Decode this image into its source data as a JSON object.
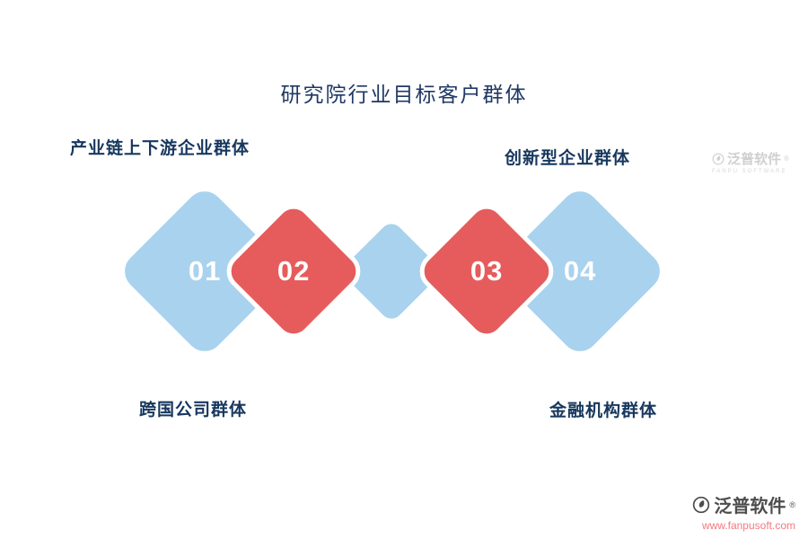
{
  "title": "研究院行业目标客户群体",
  "groups": {
    "top_left": "产业链上下游企业群体",
    "top_right": "创新型企业群体",
    "bottom_left": "跨国公司群体",
    "bottom_right": "金融机构群体"
  },
  "diamonds": {
    "d1": "01",
    "d2": "02",
    "d3": "03",
    "d4": "04"
  },
  "branding": {
    "name": "泛普软件",
    "reg": "®",
    "url": "www.fanpusoft.com",
    "watermark_name": "泛普软件",
    "watermark_reg": "®",
    "watermark_sub": "FANPU SOFTWARE"
  },
  "colors": {
    "diamond_blue": "#A9D2EE",
    "diamond_red": "#E65C5C",
    "title_text": "#1F3864",
    "label_text": "#17375E",
    "number_text": "#FFFFFF",
    "logo_gray": "#4D4D4D",
    "url_pink": "#F4797F"
  }
}
